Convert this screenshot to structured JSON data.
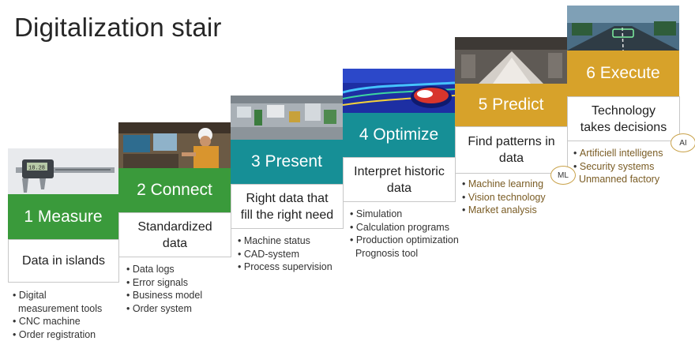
{
  "title": "Digitalization stair",
  "colors": {
    "green": "#3a9a3b",
    "teal": "#168f96",
    "gold": "#d7a22a",
    "accent_text": "#7a5c24"
  },
  "steps": [
    {
      "header": "1 Measure",
      "desc_lines": [
        "Data in islands"
      ],
      "bullets": [
        {
          "text": "Digital"
        },
        {
          "text": "measurement tools",
          "cont": true
        },
        {
          "text": "CNC machine"
        },
        {
          "text": "Order registration"
        }
      ],
      "image": "digital-caliper-photo"
    },
    {
      "header": "2 Connect",
      "desc_lines": [
        "Standardized",
        "data"
      ],
      "bullets": [
        {
          "text": "Data logs"
        },
        {
          "text": "Error signals"
        },
        {
          "text": "Business model"
        },
        {
          "text": "Order system"
        }
      ],
      "image": "worker-at-monitors-photo"
    },
    {
      "header": "3 Present",
      "desc_lines": [
        "Right data that",
        "fill the right need"
      ],
      "bullets": [
        {
          "text": "Machine status"
        },
        {
          "text": "CAD-system"
        },
        {
          "text": "Process supervision"
        }
      ],
      "image": "factory-3d-model-photo"
    },
    {
      "header": "4 Optimize",
      "desc_lines": [
        "Interpret historic",
        "data"
      ],
      "bullets": [
        {
          "text": "Simulation"
        },
        {
          "text": "Calculation programs"
        },
        {
          "text": "Production optimization"
        },
        {
          "text": "Prognosis tool",
          "cont": true
        }
      ],
      "image": "car-flow-simulation-photo"
    },
    {
      "header": "5 Predict",
      "desc_lines": [
        "Find patterns in",
        "data"
      ],
      "bullets": [
        {
          "text": "Machine learning"
        },
        {
          "text": "Vision technology"
        },
        {
          "text": "Market analysis"
        }
      ],
      "badge": "ML",
      "image": "production-line-photo"
    },
    {
      "header": "6 Execute",
      "desc_lines": [
        "Technology",
        "takes decisions"
      ],
      "bullets": [
        {
          "text": "Artificiell intelligens"
        },
        {
          "text": "Security systems"
        },
        {
          "text": "Unmanned factory",
          "cont": true
        }
      ],
      "badge": "AI",
      "image": "autonomous-car-view-photo"
    }
  ]
}
